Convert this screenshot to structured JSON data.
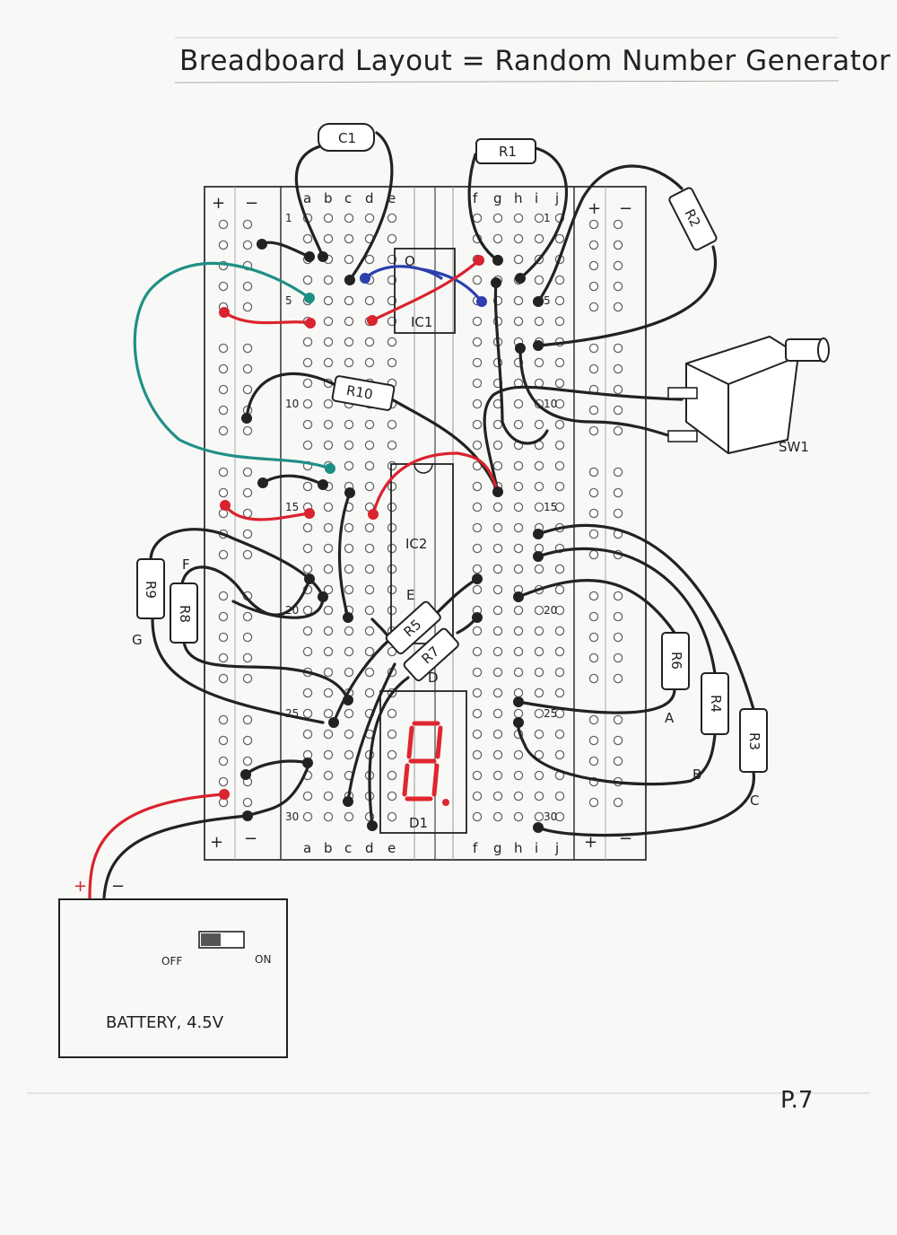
{
  "title": "Breadboard Layout = Random Number Generator",
  "page_number": "P.7",
  "board": {
    "columns_left": [
      "a",
      "b",
      "c",
      "d",
      "e"
    ],
    "columns_right": [
      "f",
      "g",
      "h",
      "i",
      "j"
    ],
    "row_markers": [
      "1",
      "5",
      "10",
      "15",
      "20",
      "25",
      "30"
    ],
    "plus": "+",
    "minus": "−"
  },
  "components": {
    "c1": "C1",
    "r1": "R1",
    "r2": "R2",
    "r3": "R3",
    "r4": "R4",
    "r5": "R5",
    "r6": "R6",
    "r7": "R7",
    "r8": "R8",
    "r9": "R9",
    "r10": "R10",
    "ic1": "IC1",
    "ic1_pin": "O",
    "ic2": "IC2",
    "d1": "D1",
    "sw1": "SW1"
  },
  "segment_labels": {
    "a": "A",
    "b": "B",
    "c": "C",
    "d": "D",
    "e": "E",
    "f": "F",
    "g": "G"
  },
  "battery": {
    "label": "BATTERY, 4.5V",
    "off": "OFF",
    "on": "ON",
    "plus": "+",
    "minus": "−"
  },
  "colors": {
    "black_wire": "#222222",
    "red_wire": "#d9232e",
    "blue_wire": "#2b3fb0",
    "teal_wire": "#1f8f86",
    "segment_red": "#e0262f"
  }
}
